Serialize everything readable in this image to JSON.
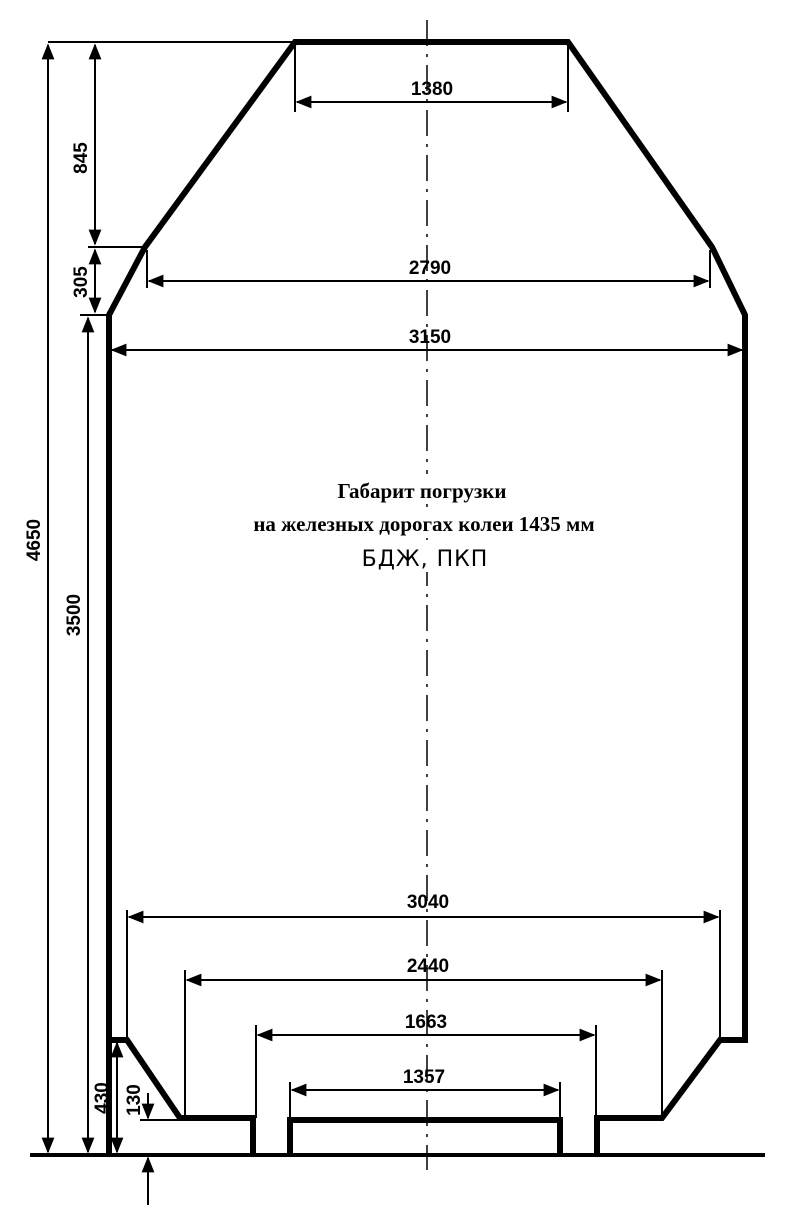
{
  "labels": {
    "line1": "Габарит погрузки",
    "line2": "на железных дорогах колеи 1435 мм",
    "line3": "БДЖ, ПКП"
  },
  "dimensions": {
    "top_width": "1380",
    "shoulder_width": "2790",
    "max_width": "3150",
    "lower_width": "3040",
    "lower_inner_width": "2440",
    "base_width": "1663",
    "rail_width": "1357",
    "total_height": "4650",
    "body_height": "3500",
    "roof_slope_height": "845",
    "shoulder_height": "305",
    "bottom_height": "430",
    "rail_height": "130"
  }
}
